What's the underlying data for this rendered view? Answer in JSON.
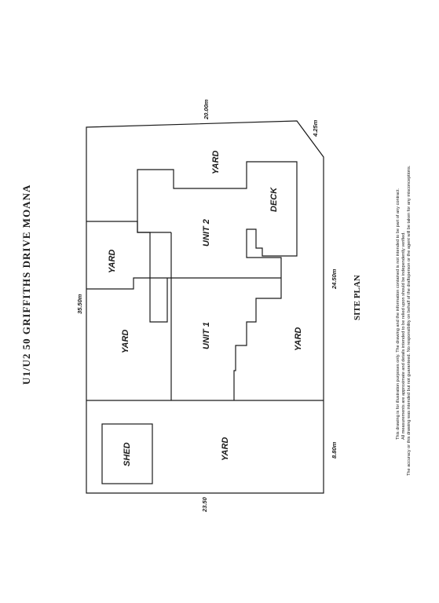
{
  "title": "U1/U2 50 GRIFFITHS DRIVE MOANA",
  "subtitle": "SITE PLAN",
  "rooms": {
    "shed": "SHED",
    "yard_front": "YARD",
    "yard_left": "YARD",
    "yard_small": "YARD",
    "yard_right": "YARD",
    "yard_top": "YARD",
    "unit1": "UNIT 1",
    "unit2": "UNIT 2",
    "deck": "DECK"
  },
  "dimensions": {
    "d_20": "20.00m",
    "d_425": "4.25m",
    "d_3550": "35.50m",
    "d_2450": "24.50m",
    "d_880": "8.80m",
    "d_2350": "23.50"
  },
  "disclaimer": [
    "This drawing is for illustration purposes only. The drawing and the information contained is not intended to be part of any contract.",
    "All measurements are approximate and details intended to be relied upon should be independently verified.",
    "The accuracy or this drawing was intended but not guaranteed. No responsibility on behalf of the draftsperson or the agent will be taken for any misconceptions."
  ]
}
